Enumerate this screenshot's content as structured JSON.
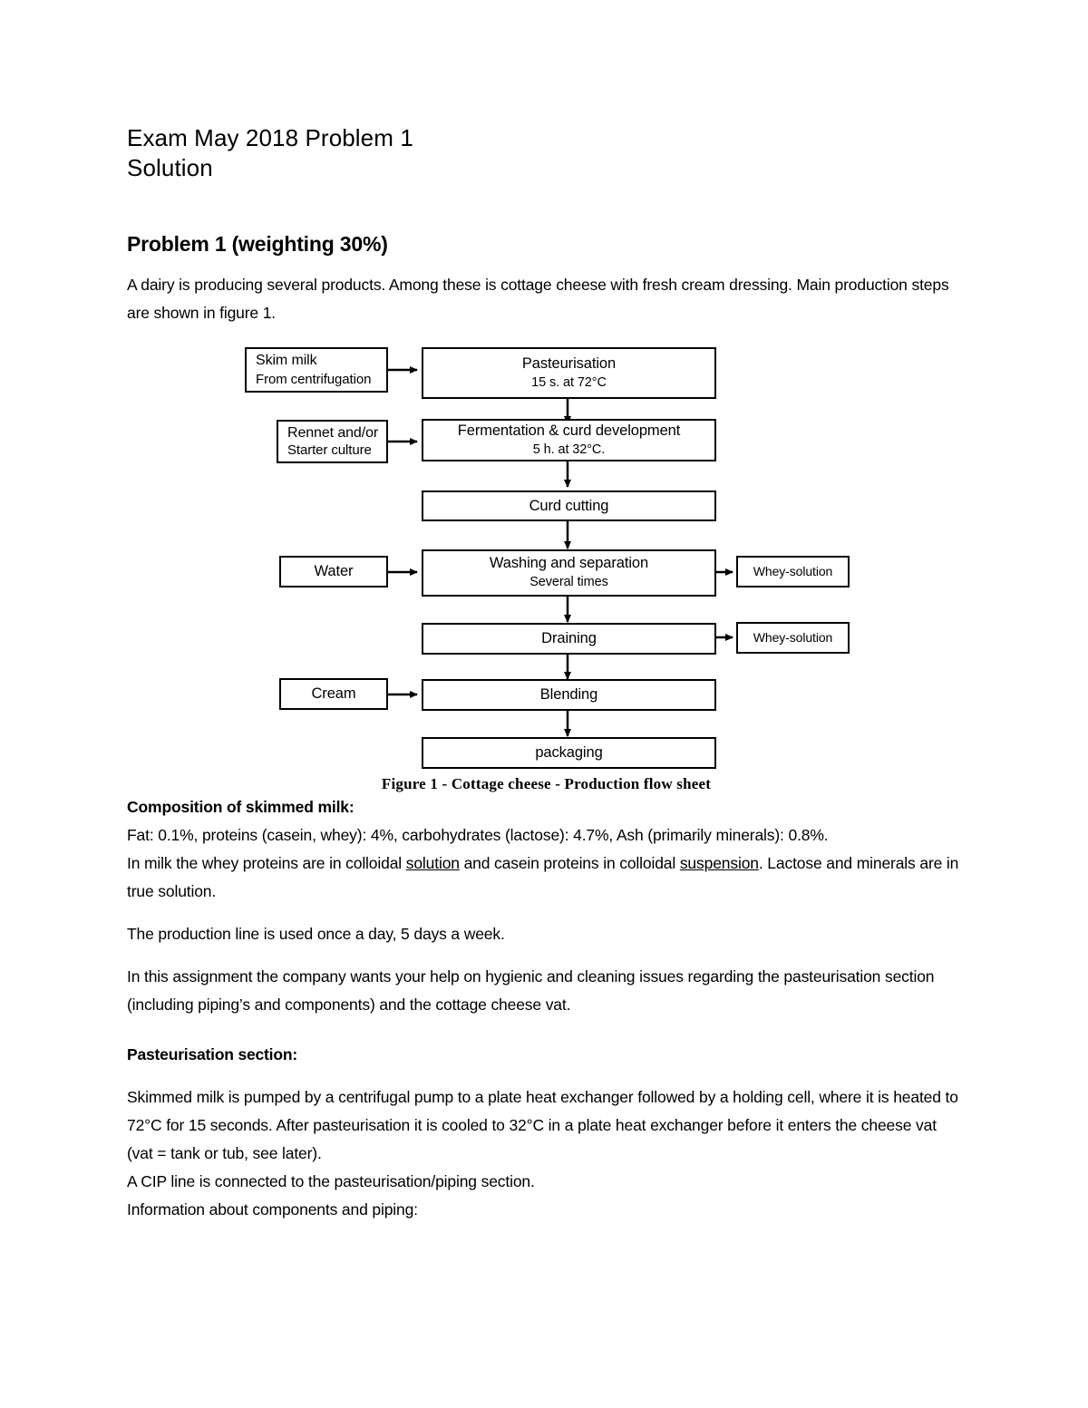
{
  "document": {
    "title_line1": "Exam May 2018 Problem 1",
    "title_line2": "Solution",
    "section_heading": "Problem 1 (weighting 30%)",
    "intro_paragraph": "A dairy is producing several products. Among these is cottage cheese with fresh cream dressing. Main production steps are shown in figure 1."
  },
  "figure": {
    "caption": "Figure 1 - Cottage cheese - Production flow sheet",
    "boxes": {
      "skim_milk_l1": "Skim milk",
      "skim_milk_l2": "From centrifugation",
      "pasteurisation_l1": "Pasteurisation",
      "pasteurisation_l2": "15 s. at 72°C",
      "rennet_l1": "Rennet and/or",
      "rennet_l2": "Starter culture",
      "fermentation_l1": "Fermentation & curd development",
      "fermentation_l2": "5 h. at 32°C.",
      "curd_cutting": "Curd cutting",
      "water": "Water",
      "washing_l1": "Washing and separation",
      "washing_l2": "Several times",
      "whey_solution_1": "Whey-solution",
      "draining": "Draining",
      "whey_solution_2": "Whey-solution",
      "cream": "Cream",
      "blending": "Blending",
      "packaging": "packaging"
    }
  },
  "composition": {
    "heading": "Composition of skimmed milk:",
    "line_fat": "Fat: 0.1%, proteins (casein, whey): 4%, carbohydrates (lactose): 4.7%, Ash (primarily minerals): 0.8%.",
    "line_milk_pre": "In milk the whey proteins are in colloidal ",
    "word_solution": "solution",
    "line_milk_mid": " and casein proteins in colloidal ",
    "word_suspension": "suspension",
    "line_milk_post": ". Lactose and minerals are in true solution."
  },
  "production_line": {
    "paragraph": "The production line is used once a day, 5 days a week."
  },
  "assignment": {
    "paragraph": "In this assignment the company wants your help on hygienic and cleaning issues regarding the pasteurisation section (including piping’s and components) and the cottage cheese vat."
  },
  "pasteurisation_section": {
    "heading": "Pasteurisation section:",
    "paragraph1": "Skimmed milk is pumped by a centrifugal pump to a plate heat exchanger followed by a holding cell, where it is heated to 72°C for 15 seconds. After pasteurisation it is cooled to 32°C in a plate heat exchanger before it enters the cheese vat (vat = tank or tub, see later).",
    "paragraph2": "A CIP line is connected to the pasteurisation/piping section.",
    "paragraph3": "Information about components and piping:"
  }
}
